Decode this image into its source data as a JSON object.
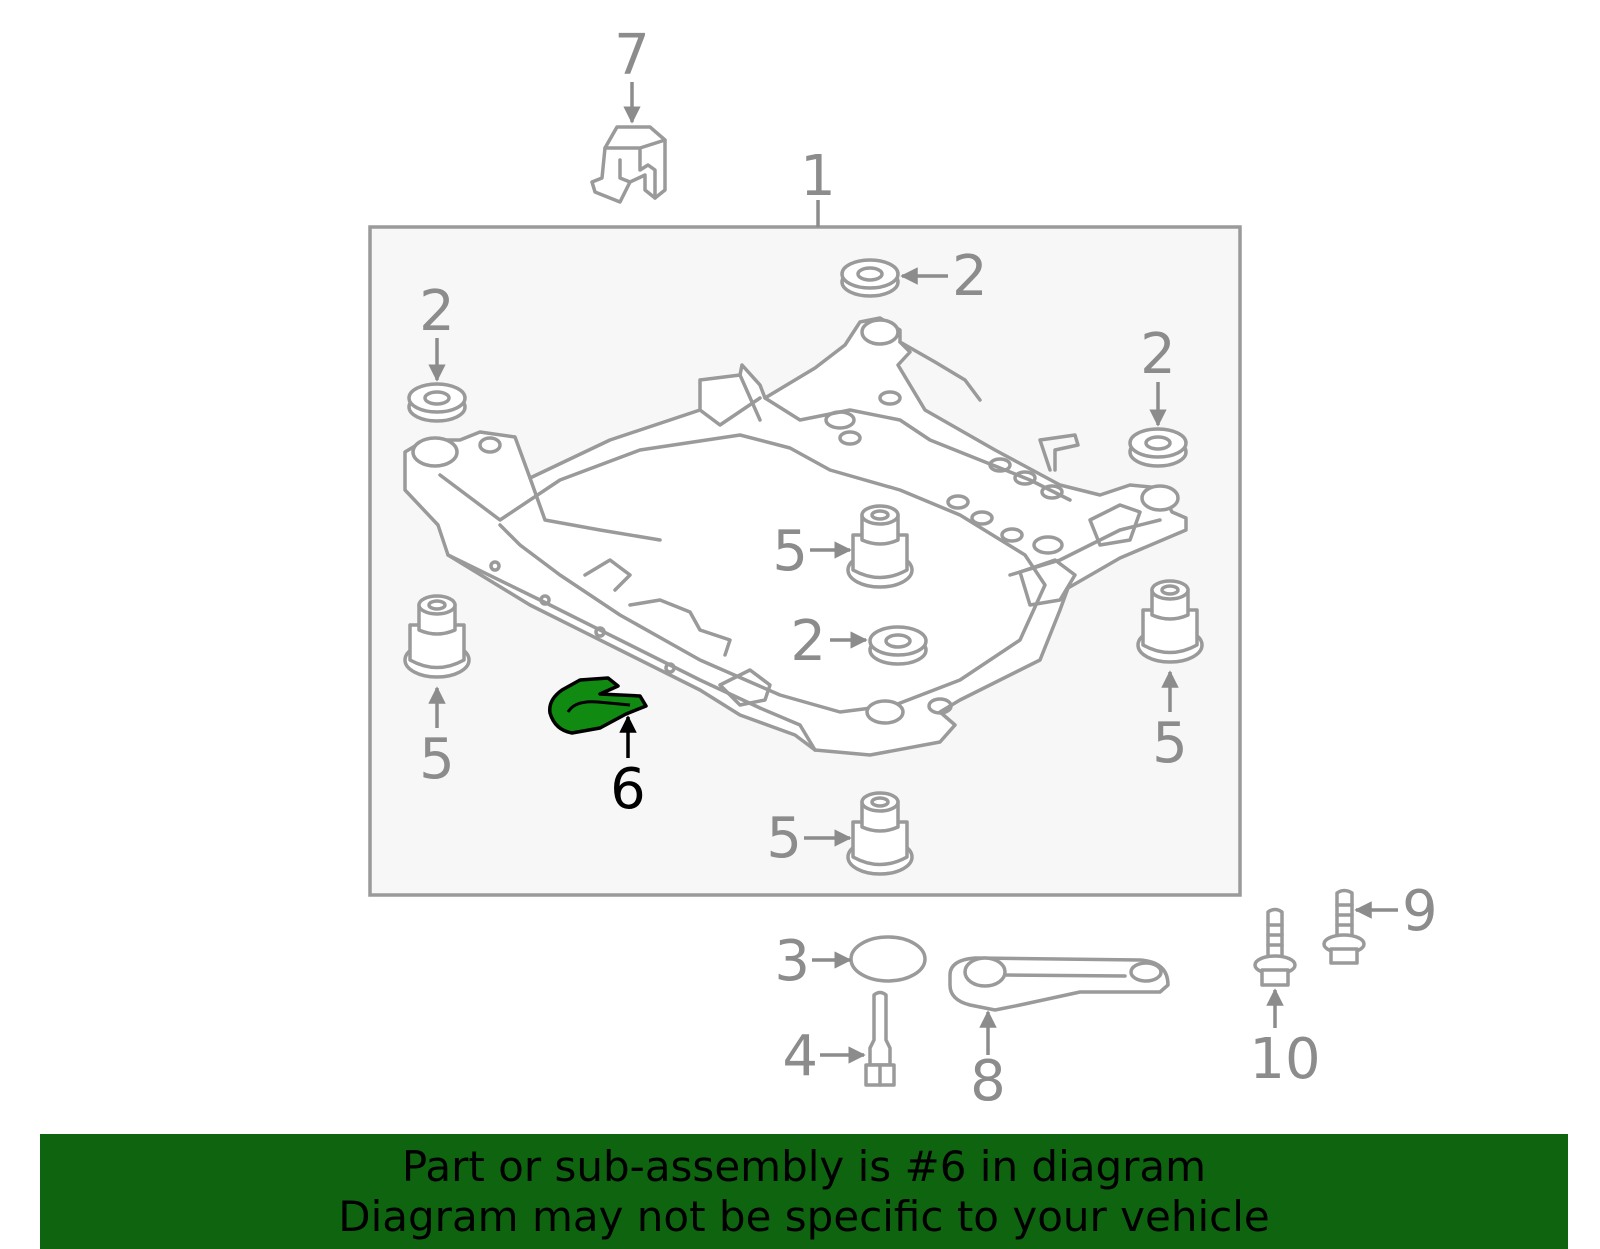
{
  "callouts": {
    "c1": "1",
    "c2": "2",
    "c3": "3",
    "c4": "4",
    "c5": "5",
    "c6": "6",
    "c7": "7",
    "c8": "8",
    "c9": "9",
    "c10": "10"
  },
  "highlight": {
    "part_number": "6",
    "color": "#118a11"
  },
  "colors": {
    "line_art": "#9a9a9a",
    "banner_background": "#0f6410",
    "frame_background": "#f7f7f7"
  },
  "banner": {
    "line1": "Part or sub-assembly is #6 in diagram",
    "line2": "Diagram may not be specific to your vehicle"
  }
}
